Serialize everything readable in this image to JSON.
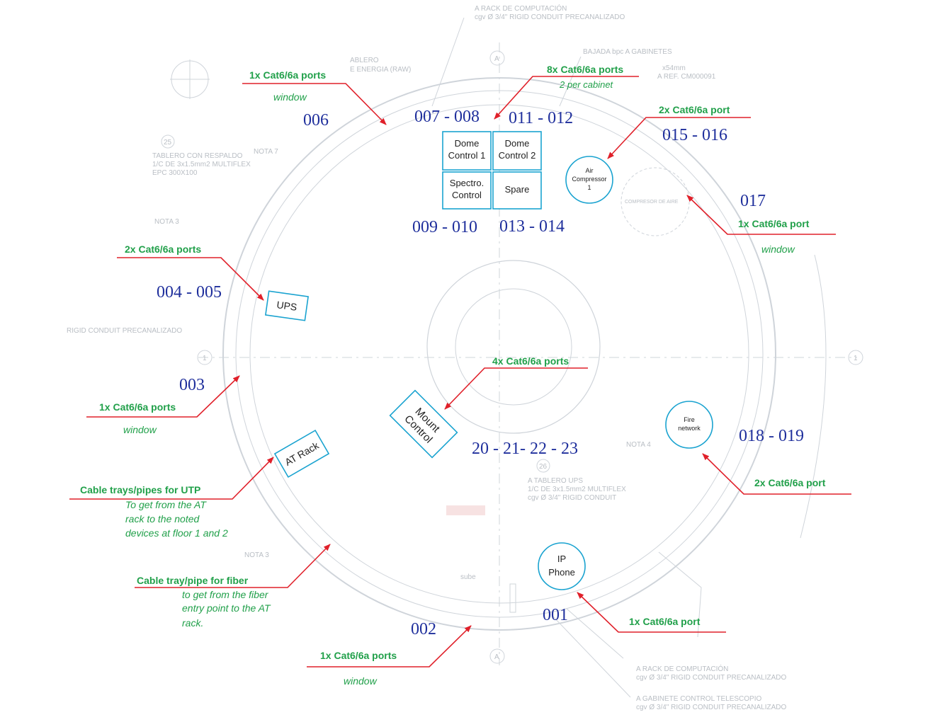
{
  "background_text": {
    "rack_top_1": "A RACK DE COMPUTACIÓN",
    "rack_top_2": "cgv Ø 3/4\" RIGID CONDUIT PRECANALIZADO",
    "bajada_1": "BAJADA bpc A GABINETES",
    "bajada_2": "x54mm",
    "bajada_3": "A REF. CM000091",
    "tablero_1": "ABLERO",
    "tablero_2": "E ENERGIA (RAW)",
    "tablero_resp_1": "TABLERO CON RESPALDO",
    "tablero_resp_2": "1/C DE 3x1.5mm2 MULTIFLEX",
    "tablero_resp_3": "EPC 300X100",
    "nota7": "NOTA 7",
    "nota3_top": "NOTA 3",
    "nota3_bottom": "NOTA 3",
    "nota4": "NOTA 4",
    "rigid": "RIGID CONDUIT PRECANALIZADO",
    "tablero_ups_1": "A TABLERO UPS",
    "tablero_ups_2": "1/C DE 3x1.5mm2 MULTIFLEX",
    "tablero_ups_3": "cgv Ø 3/4\" RIGID CONDUIT",
    "rack_bot_1": "A RACK DE COMPUTACIÓN",
    "rack_bot_2": "cgv Ø 3/4\" RIGID CONDUIT PRECANALIZADO",
    "gab_bot_1": "A GABINETE CONTROL TELESCOPIO",
    "gab_bot_2": "cgv Ø 3/4\" RIGID CONDUIT PRECANALIZADO",
    "sube": "sube",
    "marker_a": "A",
    "marker_1": "1",
    "marker_25": "25",
    "marker_26": "26",
    "compresor": "COMPRESOR DE AIRE"
  },
  "port_numbers": {
    "n001": "001",
    "n002": "002",
    "n003": "003",
    "n004_005": "004 - 005",
    "n006": "006",
    "n007_008": "007 - 008",
    "n009_010": "009 - 010",
    "n011_012": "011 - 012",
    "n013_014": "013 - 014",
    "n015_016": "015 - 016",
    "n017": "017",
    "n018_019": "018 - 019",
    "n20_23": "20 - 21- 22 - 23"
  },
  "labels": {
    "cat_top_left": "1x Cat6/6a ports",
    "window_top_left": "window",
    "cat_top_center": "8x Cat6/6a ports",
    "note_top_center": "2 per cabinet",
    "cat_top_right": "2x Cat6/6a port",
    "cat_right": "1x Cat6/6a port",
    "window_right": "window",
    "cat_ups": "2x Cat6/6a ports",
    "cat_mount": "4x Cat6/6a ports",
    "cat_left": "1x Cat6/6a ports",
    "window_left": "window",
    "trays_utp": "Cable trays/pipes for UTP",
    "trays_utp_note_1": "To get from the AT",
    "trays_utp_note_2": "rack to the noted",
    "trays_utp_note_3": "devices at floor 1 and 2",
    "cat_fire": "2x Cat6/6a port",
    "tray_fiber": "Cable tray/pipe for fiber",
    "tray_fiber_note_1": "to get from the fiber",
    "tray_fiber_note_2": "entry point to the AT",
    "tray_fiber_note_3": "rack.",
    "cat_phone": "1x Cat6/6a port",
    "cat_bottom": "1x Cat6/6a ports",
    "window_bottom": "window"
  },
  "devices": {
    "dome1_a": "Dome",
    "dome1_b": "Control 1",
    "dome2_a": "Dome",
    "dome2_b": "Control 2",
    "spectro_a": "Spectro.",
    "spectro_b": "Control",
    "spare": "Spare",
    "air_a": "Air",
    "air_b": "Compressor",
    "air_c": "1",
    "ups": "UPS",
    "mount_a": "Mount",
    "mount_b": "Control",
    "at_rack": "AT Rack",
    "fire_a": "Fire",
    "fire_b": "network",
    "phone_a": "IP",
    "phone_b": "Phone"
  },
  "colors": {
    "arrow": "#e0202a",
    "label_green": "#21a04a",
    "number_blue": "#1f2f9c",
    "box_border": "#1aa3d0"
  }
}
